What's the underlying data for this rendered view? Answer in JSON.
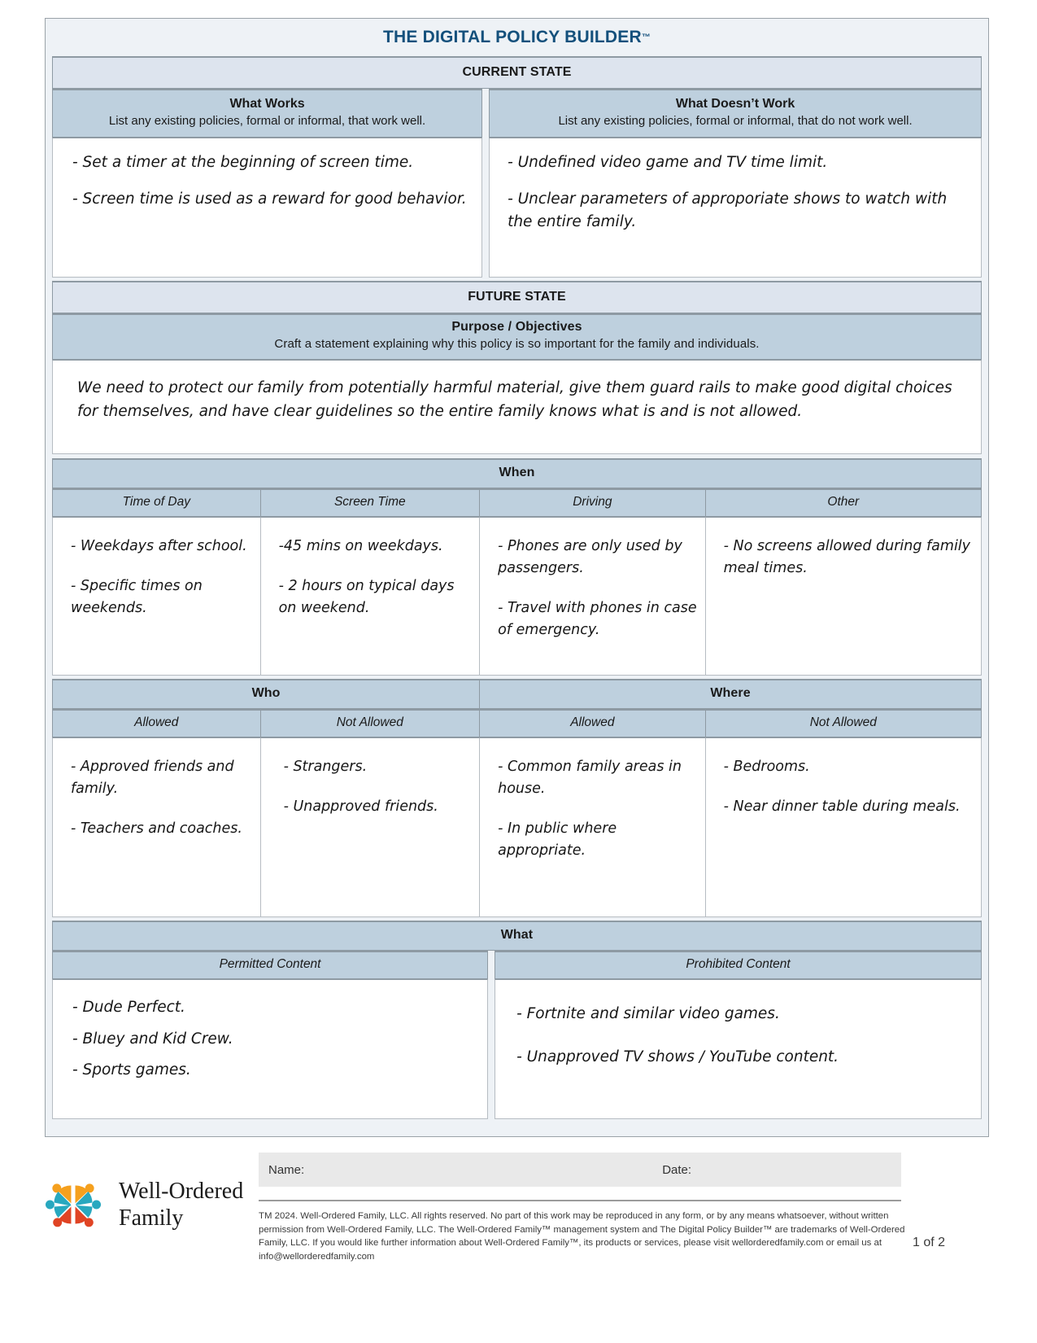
{
  "doc": {
    "title": "THE DIGITAL POLICY BUILDER",
    "title_tm": "™",
    "accent_color": "#14507c",
    "band_light": "#dde4ee",
    "band_mid": "#bed0de"
  },
  "current_state": {
    "band": "CURRENT STATE",
    "columns": [
      {
        "title": "What Works",
        "subtitle": "List any existing policies, formal or informal, that work well.",
        "entries": [
          "- Set a timer at the beginning of screen time.",
          "- Screen time is used as a reward for good behavior."
        ]
      },
      {
        "title": "What Doesn’t Work",
        "subtitle": "List any existing policies, formal or informal, that do not work well.",
        "entries": [
          "- Undefined video game and TV time limit.",
          "- Unclear parameters of approporiate shows to watch with the entire family."
        ]
      }
    ]
  },
  "future_state": {
    "band": "FUTURE STATE",
    "purpose": {
      "title": "Purpose / Objectives",
      "subtitle": "Craft a statement explaining why this policy is so important for the family and individuals.",
      "entries": [
        "We need to protect our family from potentially harmful material, give them guard rails to make good digital choices for themselves, and have clear guidelines so the entire family knows what is and is not allowed."
      ]
    }
  },
  "when": {
    "band": "When",
    "headers": [
      "Time of Day",
      "Screen Time",
      "Driving",
      "Other"
    ],
    "cells": [
      [
        "- Weekdays after school.",
        "- Specific times on weekends."
      ],
      [
        "-45 mins on weekdays.",
        "- 2 hours on typical days on weekend."
      ],
      [
        "- Phones are only used by passengers.",
        "- Travel with phones in case of emergency."
      ],
      [
        "- No screens allowed during family meal times."
      ]
    ]
  },
  "who_where": {
    "bands": [
      "Who",
      "Where"
    ],
    "headers": [
      "Allowed",
      "Not Allowed",
      "Allowed",
      "Not Allowed"
    ],
    "cells": [
      [
        "- Approved friends and family.",
        "- Teachers and coaches."
      ],
      [
        "- Strangers.",
        "- Unapproved friends."
      ],
      [
        "- Common family areas in house.",
        "- In public where appropriate."
      ],
      [
        "- Bedrooms.",
        "- Near dinner table during meals."
      ]
    ]
  },
  "what": {
    "band": "What",
    "headers": [
      "Permitted Content",
      "Prohibited Content"
    ],
    "cells": [
      [
        "- Dude Perfect.",
        "- Bluey and Kid Crew.",
        "- Sports games."
      ],
      [
        "- Fortnite and similar video games.",
        "- Unapproved TV shows / YouTube content."
      ]
    ]
  },
  "footer": {
    "logo_line1": "Well-Ordered",
    "logo_line2": "Family",
    "logo_colors": {
      "orange": "#f5a01e",
      "teal": "#28a8bf",
      "red": "#e04424"
    },
    "name_label": "Name:",
    "date_label": "Date:",
    "legal": "TM 2024. Well-Ordered Family, LLC. All rights reserved. No part of this work may be reproduced in any form, or by any means whatsoever, without written permission from Well-Ordered Family, LLC. The Well-Ordered Family™ management system and The Digital Policy Builder™ are trademarks of Well-Ordered Family, LLC. If you would like further information about Well-Ordered Family™, its products or services, please visit wellorderedfamily.com or email us at info@wellorderedfamily.com",
    "page": "1 of 2"
  }
}
